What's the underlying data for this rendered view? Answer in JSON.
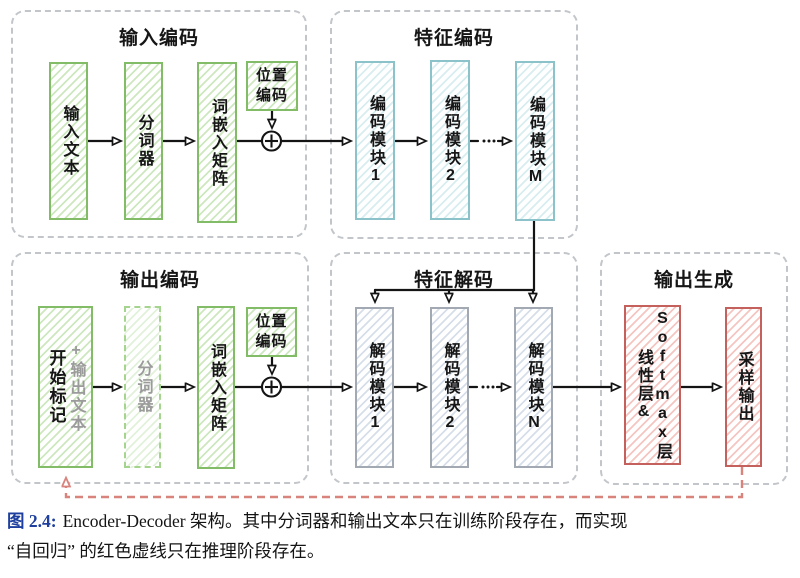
{
  "sections": {
    "input_encoding": {
      "title": "输入编码"
    },
    "feature_encoding": {
      "title": "特征编码"
    },
    "output_encoding": {
      "title": "输出编码"
    },
    "feature_decoding": {
      "title": "特征解码"
    },
    "output_generation": {
      "title": "输出生成"
    }
  },
  "boxes": {
    "input_text": "输入文本",
    "tokenizer_top": "分词器",
    "word_embedding_top": "词嵌入矩阵",
    "pos_encoding_top": "位置编码",
    "encoder_module_1": "编码模块1",
    "encoder_module_2": "编码模块2",
    "encoder_module_M": "编码模块M",
    "start_token": "开始标记",
    "output_text": "+输出文本",
    "tokenizer_bottom": "分词器",
    "word_embedding_bottom": "词嵌入矩阵",
    "pos_encoding_bottom": "位置编码",
    "decoder_module_1": "解码模块1",
    "decoder_module_2": "解码模块2",
    "decoder_module_N": "解码模块N",
    "linear_layer": "线性层&",
    "softmax_layer": "Softmax层",
    "sample_output": "采样输出"
  },
  "caption": {
    "label": "图 2.4:",
    "line1": "Encoder-Decoder 架构。其中分词器和输出文本只在训练阶段存在，而实现",
    "line2": "“自回归” 的红色虚线只在推理阶段存在。"
  },
  "colors": {
    "green_border": "#83bc66",
    "green_hatch": "#cde7bf",
    "teal_border": "#8cc3cb",
    "teal_hatch": "#d8edf0",
    "gray_border": "#a3a9b3",
    "gray_hatch": "#d6dfe9",
    "red_border": "#c4615d",
    "red_hatch": "#f4c5c1",
    "red_dashed_line": "#d9837d",
    "container_dash": "#c2c6ca",
    "caption_label_blue": "#1e3f9e"
  }
}
